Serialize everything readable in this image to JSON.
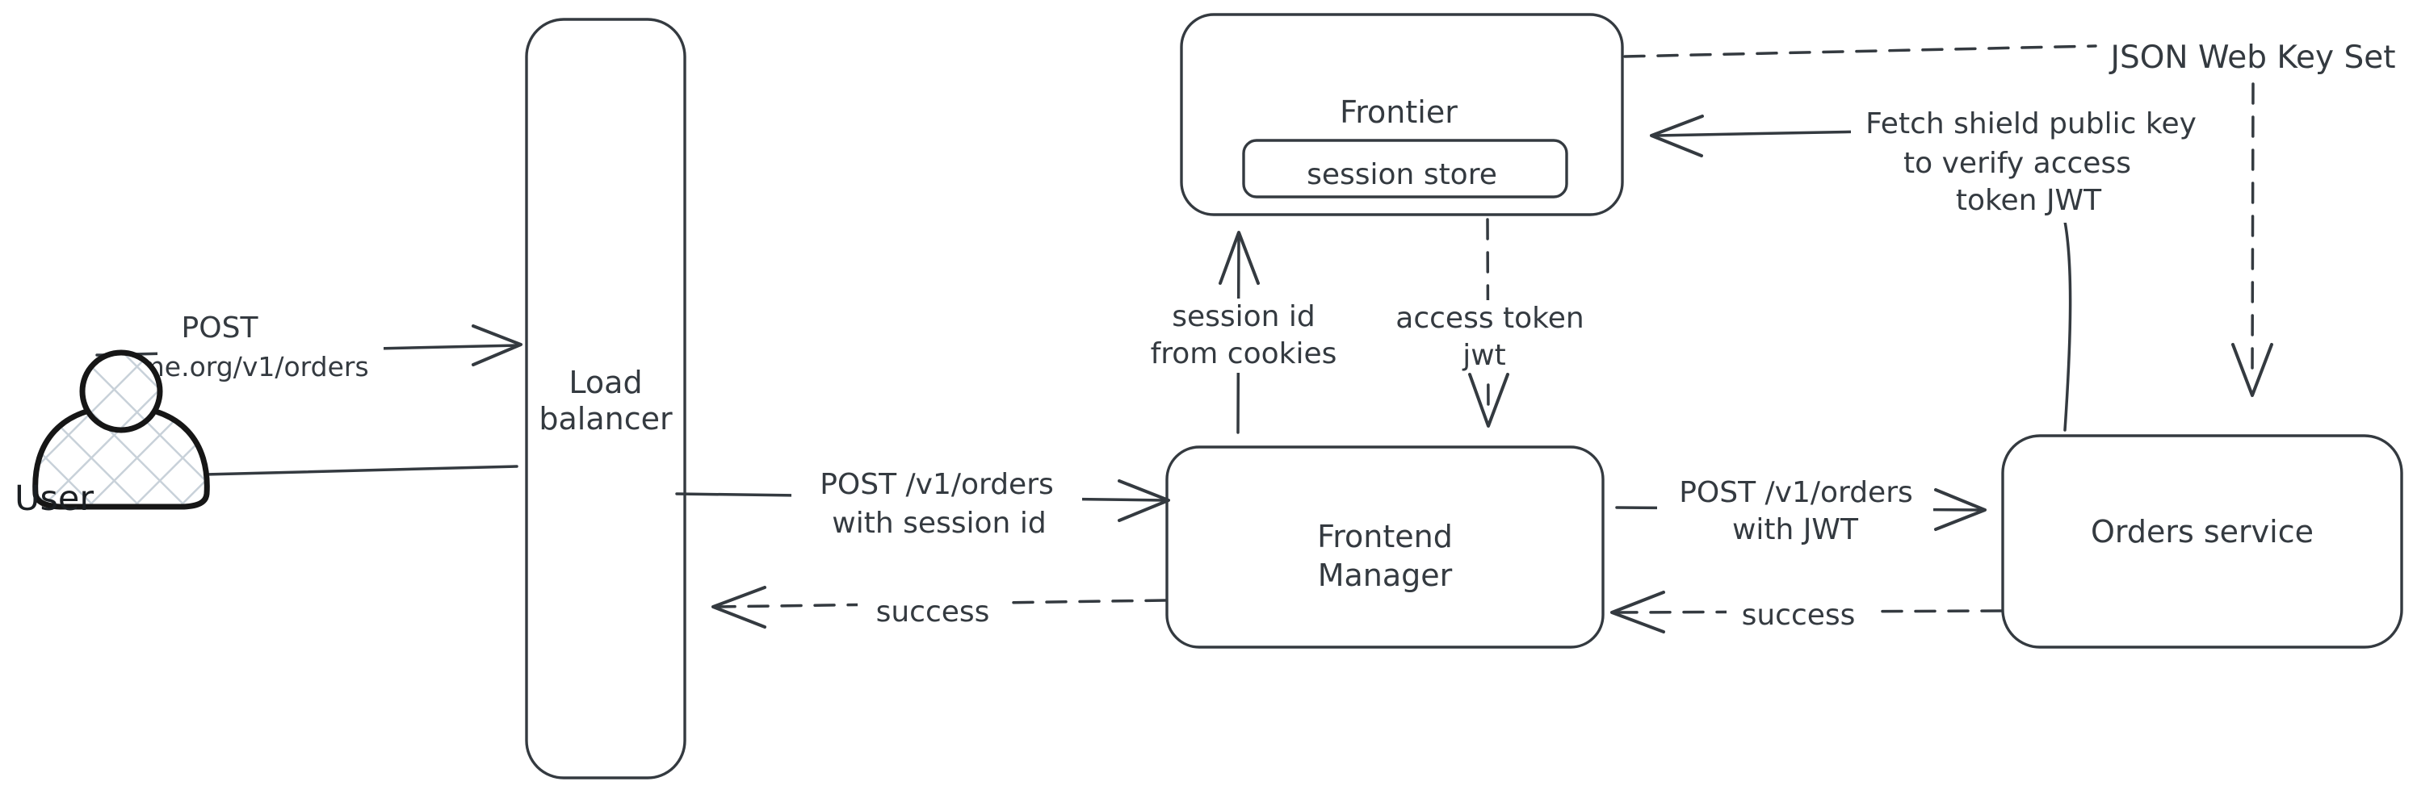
{
  "diagram": {
    "background_color": "#ffffff",
    "stroke_color": "#343a40",
    "person_stroke_color": "#161616",
    "person_hatch_color": "#c8d1d9"
  },
  "nodes": {
    "user": {
      "label": "User"
    },
    "load_balancer": {
      "line1": "Load",
      "line2": "balancer"
    },
    "frontier": {
      "label": "Frontier",
      "session_store_label": "session store"
    },
    "frontend_manager": {
      "line1": "Frontend",
      "line2": "Manager"
    },
    "orders_service": {
      "label": "Orders service"
    },
    "jwks": {
      "label": "JSON Web Key Set"
    }
  },
  "edges": {
    "user_to_load_balancer": {
      "style": "solid",
      "line1": "POST",
      "line2": "acme.org/v1/orders"
    },
    "load_balancer_to_user": {
      "style": "solid",
      "label": ""
    },
    "load_balancer_to_frontend_manager": {
      "style": "solid",
      "line1": "POST /v1/orders",
      "line2": "with session id"
    },
    "frontend_manager_to_load_balancer": {
      "style": "dashed",
      "label": "success"
    },
    "frontend_manager_to_frontier": {
      "style": "solid",
      "line1": "session id",
      "line2": "from cookies"
    },
    "frontier_to_frontend_manager": {
      "style": "dashed",
      "line1": "access token",
      "line2": "jwt"
    },
    "frontend_manager_to_orders_service": {
      "style": "solid",
      "line1": "POST /v1/orders",
      "line2": "with JWT"
    },
    "orders_service_to_frontend_manager": {
      "style": "dashed",
      "label": "success"
    },
    "orders_service_to_frontier": {
      "style": "solid",
      "line1": "Fetch shield public key",
      "line2": "to verify access",
      "line3": "token JWT"
    },
    "frontier_to_jwks": {
      "style": "dashed",
      "label": ""
    },
    "jwks_to_orders_service": {
      "style": "dashed",
      "label": ""
    }
  }
}
